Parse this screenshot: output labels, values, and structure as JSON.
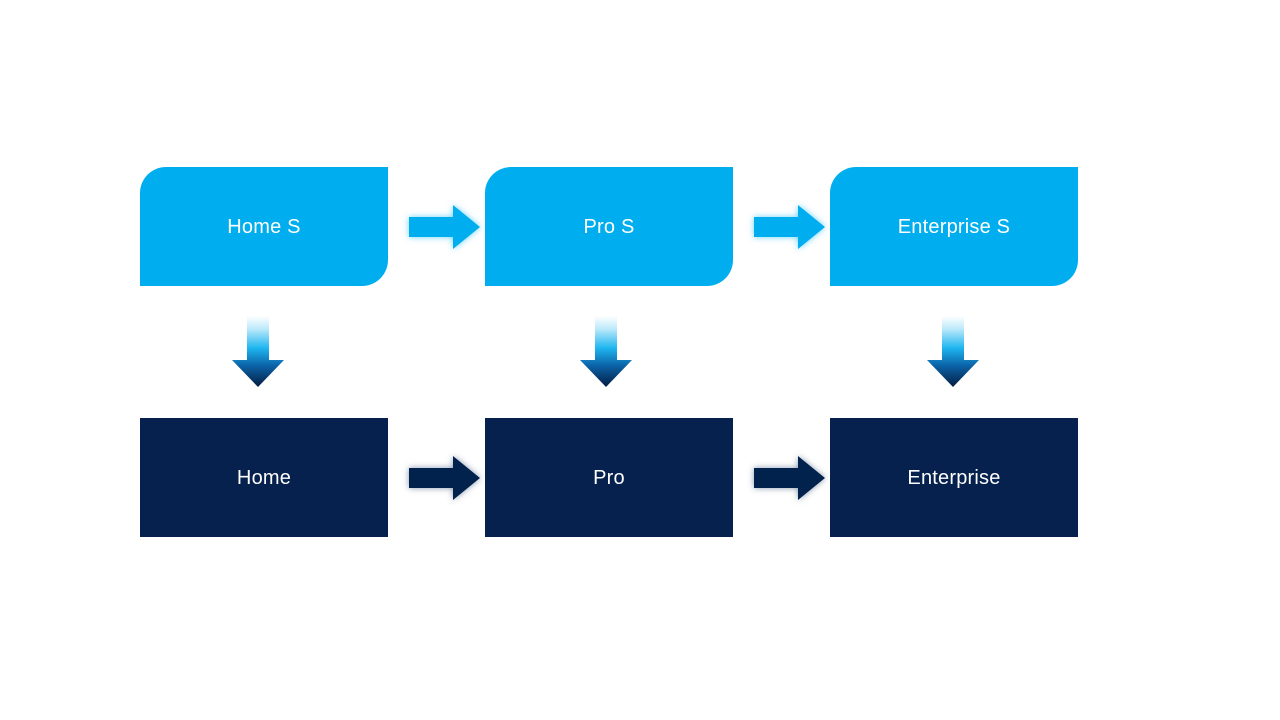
{
  "diagram": {
    "type": "flow-diagram",
    "background_color": "#FFFFFF",
    "palette": {
      "top_row_fill": "#00AEEF",
      "bottom_row_fill": "#06214D",
      "label_color": "#FFFFFF",
      "down_arrow_gradient_start": "#FFFFFF",
      "down_arrow_gradient_mid": "#00AEEF",
      "down_arrow_gradient_end": "#06214D"
    },
    "rows": [
      {
        "name": "top-row",
        "fill": "#00AEEF",
        "nodes": [
          {
            "id": "home-s",
            "label": "Home S"
          },
          {
            "id": "pro-s",
            "label": "Pro S"
          },
          {
            "id": "enterprise-s",
            "label": "Enterprise S"
          }
        ],
        "connector_icon": "right-arrow-icon",
        "connector_count": 2
      },
      {
        "name": "bottom-row",
        "fill": "#06214D",
        "nodes": [
          {
            "id": "home",
            "label": "Home"
          },
          {
            "id": "pro",
            "label": "Pro"
          },
          {
            "id": "enterprise",
            "label": "Enterprise"
          }
        ],
        "connector_icon": "right-arrow-icon",
        "connector_count": 2
      }
    ],
    "vertical_connectors": [
      {
        "id": "home-s-to-home",
        "icon": "down-arrow-icon"
      },
      {
        "id": "pro-s-to-pro",
        "icon": "down-arrow-icon"
      },
      {
        "id": "enterprise-s-to-enterprise",
        "icon": "down-arrow-icon"
      }
    ]
  }
}
